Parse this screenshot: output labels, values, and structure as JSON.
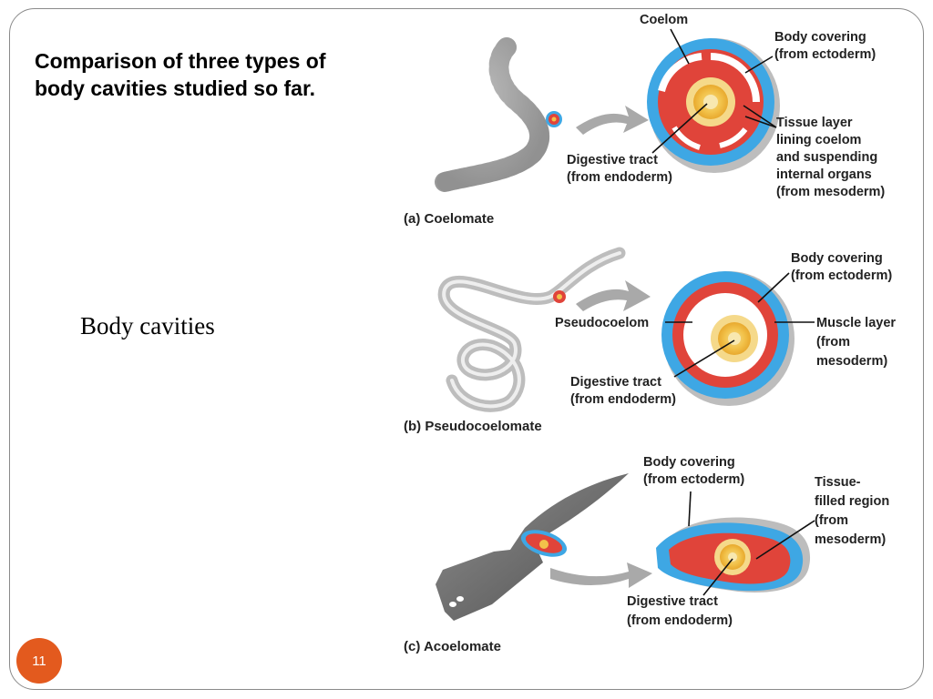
{
  "slide": {
    "title": "Comparison of three types of\nbody cavities studied so far.",
    "subtitle": "Body cavities",
    "page_number": "11"
  },
  "panels": {
    "coelomate": {
      "caption": "(a) Coelomate",
      "coelom": "Coelom",
      "body_covering_1": "Body covering",
      "body_covering_2": "(from ectoderm)",
      "tissue_1": "Tissue layer",
      "tissue_2": "lining coelom",
      "tissue_3": "and suspending",
      "tissue_4": "internal organs",
      "tissue_5": "(from mesoderm)",
      "digestive_1": "Digestive tract",
      "digestive_2": "(from endoderm)"
    },
    "pseudocoelomate": {
      "caption": "(b) Pseudocoelomate",
      "pseudocoelom": "Pseudocoelom",
      "body_covering_1": "Body covering",
      "body_covering_2": "(from ectoderm)",
      "muscle_1": "Muscle layer",
      "muscle_2": "(from",
      "muscle_3": "mesoderm)",
      "digestive_1": "Digestive tract",
      "digestive_2": "(from endoderm)"
    },
    "acoelomate": {
      "caption": "(c) Acoelomate",
      "body_covering_1": "Body covering",
      "body_covering_2": "(from ectoderm)",
      "tissue_1": "Tissue-",
      "tissue_2": "filled region",
      "tissue_3": "(from",
      "tissue_4": "mesoderm)",
      "digestive_1": "Digestive tract",
      "digestive_2": "(from endoderm)"
    }
  },
  "colors": {
    "ectoderm": "#3ea7e4",
    "mesoderm": "#e0443a",
    "endoderm": "#f2c24a",
    "body_gray": "#bdbdbd",
    "arrow": "#a9a9a9",
    "badge": "#e35a1e"
  }
}
